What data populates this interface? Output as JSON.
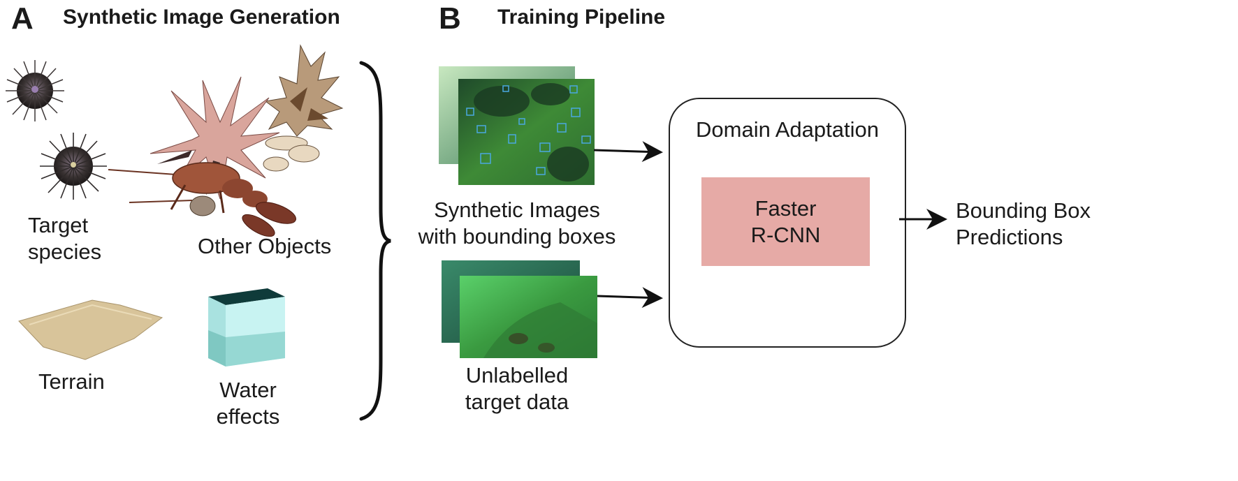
{
  "panel_a": {
    "letter": "A",
    "title": "Synthetic Image Generation",
    "labels": {
      "target_species": [
        "Target",
        "species"
      ],
      "other_objects": "Other Objects",
      "terrain": "Terrain",
      "water_effects": [
        "Water",
        "effects"
      ]
    }
  },
  "panel_b": {
    "letter": "B",
    "title": "Training Pipeline",
    "synthetic_images": [
      "Synthetic Images",
      "with bounding boxes"
    ],
    "unlabelled_data": [
      "Unlabelled",
      "target data"
    ],
    "domain_adaptation": "Domain Adaptation",
    "model": [
      "Faster",
      "R-CNN"
    ],
    "output": [
      "Bounding Box",
      "Predictions"
    ]
  },
  "colors": {
    "rcnn_fill": "#e6aaa6",
    "terrain": "#d8c49a",
    "water": "#bff0ee",
    "underwater_green": "#3f8f3a"
  }
}
